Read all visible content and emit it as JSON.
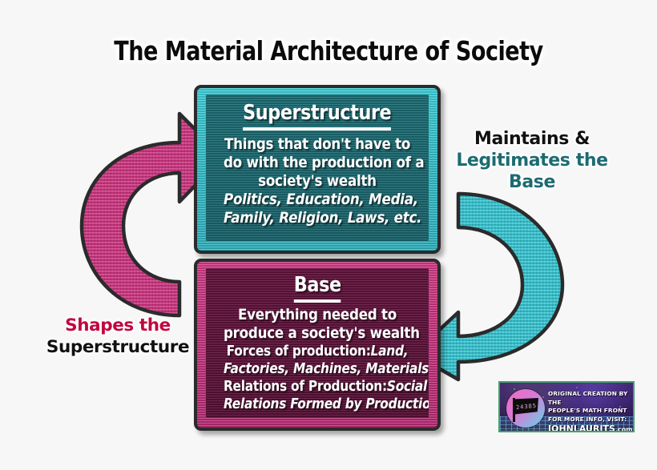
{
  "page": {
    "title": "The Material Architecture of Society",
    "background_color": "#f7f7f7"
  },
  "colors": {
    "superstructure_fill": "#34c3ce",
    "superstructure_inner": "#1d6f77",
    "base_fill": "#c93380",
    "base_inner": "#5e1038",
    "arrow_pink": "#cc3380",
    "arrow_teal": "#34c3ce",
    "title_text": "#0b0b0b",
    "label_teal_text": "#1c6b72",
    "label_crimson_text": "#c2063f",
    "border_dark": "#2b2b2b"
  },
  "superstructure": {
    "heading": "Superstructure",
    "lines": [
      "Things  that don't have to",
      "do with the production of a",
      "society's wealth"
    ],
    "examples": [
      "Politics, Education, Media,",
      "Family, Religion, Laws, etc."
    ]
  },
  "base": {
    "heading": "Base",
    "lines": [
      "Everything needed to",
      "produce a society's wealth"
    ],
    "forces_label": "Forces of production:",
    "forces_value_line1": "Land,",
    "forces_value_line2": "Factories, Machines, Materials",
    "relations_label": "Relations of Production:",
    "relations_value_line1": "Social",
    "relations_value_line2": "Relations Formed by Production"
  },
  "arrows": {
    "pink": {
      "icon": "curved-arrow-up-right-icon",
      "direction": "base-to-superstructure"
    },
    "teal": {
      "icon": "curved-arrow-down-left-icon",
      "direction": "superstructure-to-base"
    }
  },
  "labels": {
    "right": {
      "line1": "Maintains &",
      "line2": "Legitimates the Base"
    },
    "left": {
      "line1": "Shapes the",
      "line2": "Superstructure"
    }
  },
  "badge": {
    "line1": "ORIGINAL CREATION BY THE",
    "line2": "PEOPLE'S MATH FRONT",
    "line3": "FOR MORE INFO, VISIT:",
    "site_name": "JOHNLAURITS",
    "site_tld": ".com",
    "flag_numbers": "24385"
  }
}
